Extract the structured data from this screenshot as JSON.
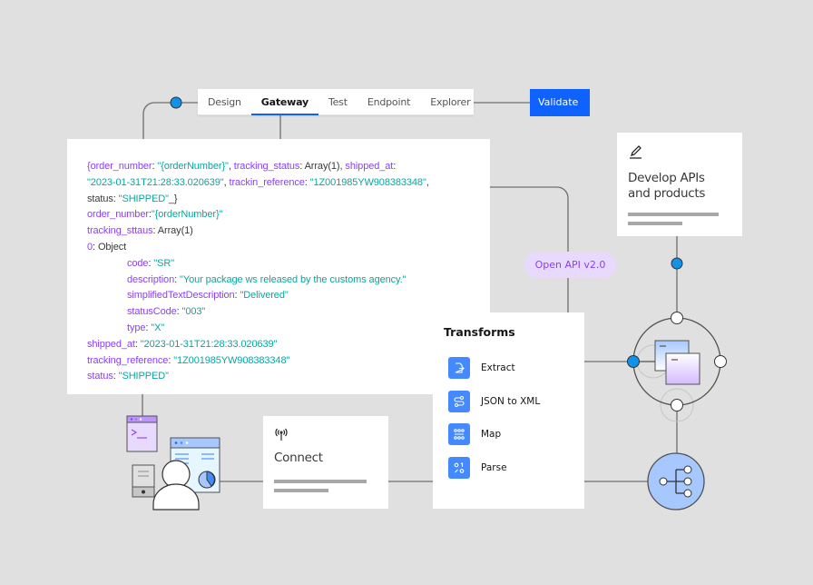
{
  "tabs": {
    "items": [
      {
        "label": "Design",
        "active": false
      },
      {
        "label": "Gateway",
        "active": true
      },
      {
        "label": "Test",
        "active": false
      },
      {
        "label": "Endpoint",
        "active": false
      },
      {
        "label": "Explorer",
        "active": false
      }
    ]
  },
  "validate_button": {
    "label": "Validate"
  },
  "code": {
    "line1": {
      "k1": "{order_number",
      "p1": ": ",
      "s1": "\"{orderNumber}\"",
      "p2": ", ",
      "k2": "tracking_status",
      "p3": ": Array(1), ",
      "k3": "shipped_at",
      "p4": ":"
    },
    "line2": {
      "s1": "\"2023-01-31T21:28:33.020639\"",
      "p1": ", ",
      "k1": "trackin_reference",
      "p2": ": ",
      "s2": "\"1Z001985YW908383348\"",
      "p3": ","
    },
    "line3": {
      "p1": "status: ",
      "s1": "\"SHIPPED\"",
      "p2": "_}"
    },
    "line4": {
      "k1": "order_number",
      "p1": ":",
      "s1": "\"{orderNumber}\""
    },
    "line5": {
      "k1": "tracking_sttaus",
      "p1": ": Array(1)"
    },
    "line6": {
      "k1": "0",
      "p1": ": Object"
    },
    "line7": {
      "k1": "code",
      "p1": ": ",
      "s1": "\"SR\""
    },
    "line8": {
      "k1": "description",
      "p1": ": ",
      "s1": "\"Your package ws released by the customs agency.\""
    },
    "line9": {
      "k1": "simplifiedTextDescription",
      "p1": ": ",
      "s1": "\"Delivered\""
    },
    "line10": {
      "k1": "statusCode",
      "p1": ": ",
      "s1": "\"003\""
    },
    "line11": {
      "k1": "type",
      "p1": ": ",
      "s1": "\"X\""
    },
    "line12": {
      "k1": "shipped_at",
      "p1": ": ",
      "s1": "\"2023-01-31T21:28:33.020639\""
    },
    "line13": {
      "k1": "tracking_reference",
      "p1": ": ",
      "s1": "\"1Z001985YW908383348\""
    },
    "line14": {
      "k1": "status",
      "p1": ": ",
      "s1": "\"SHIPPED\""
    }
  },
  "develop_card": {
    "icon": "pencil-icon",
    "title_line1": "Develop APIs",
    "title_line2": "and products"
  },
  "open_api_pill": {
    "label": "Open API v2.0"
  },
  "transforms": {
    "title": "Transforms",
    "items": [
      {
        "label": "Extract",
        "icon": "extract-icon"
      },
      {
        "label": "JSON to XML",
        "icon": "json-to-xml-icon"
      },
      {
        "label": "Map",
        "icon": "map-icon"
      },
      {
        "label": "Parse",
        "icon": "parse-icon"
      }
    ]
  },
  "connect_card": {
    "icon": "antenna-icon",
    "title": "Connect"
  },
  "colors": {
    "accent_blue": "#0f62fe",
    "node_blue": "#1192e8",
    "key_purple": "#8a3ffc",
    "string_teal": "#08a6a0",
    "pill_bg": "#e8daff",
    "hub_blue": "#a6c8ff",
    "background": "#e0e0e0"
  }
}
